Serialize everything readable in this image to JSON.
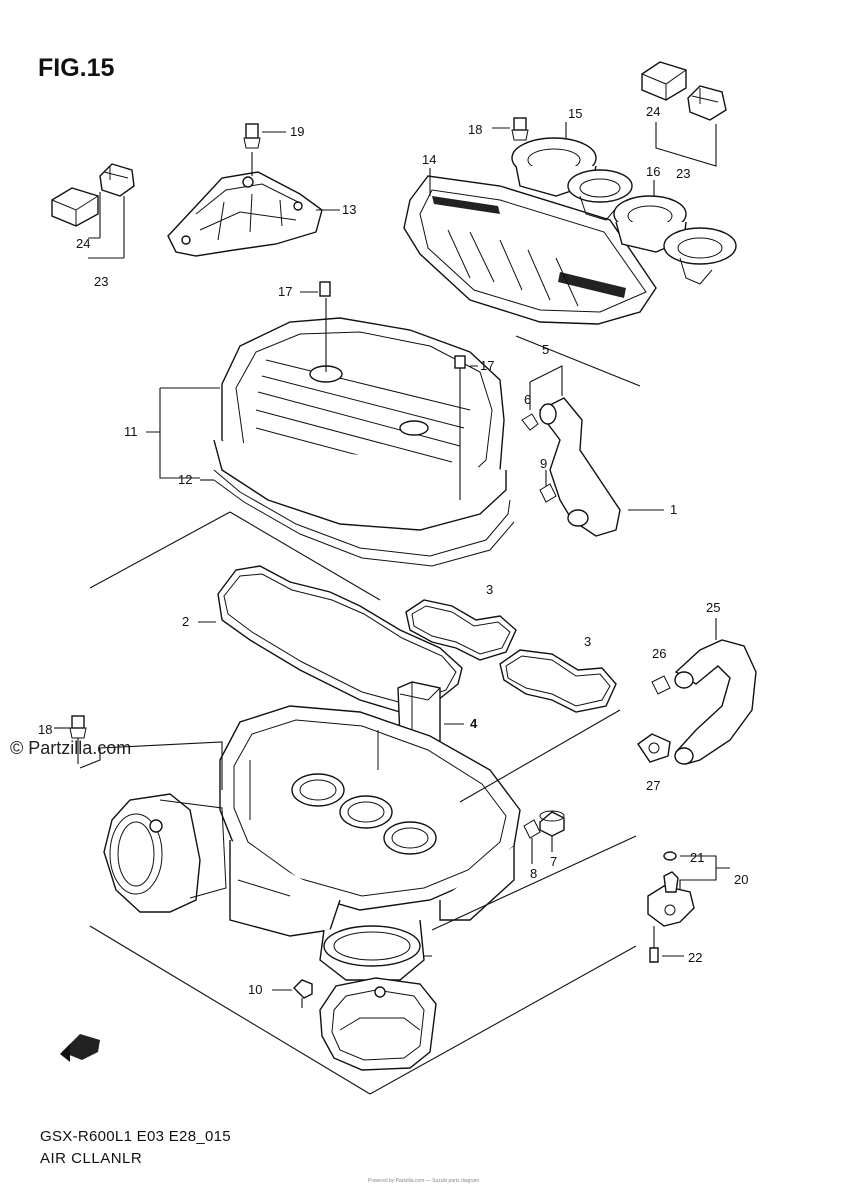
{
  "figure": {
    "title": "FIG.15",
    "model_code": "GSX-R600L1 E03 E28_015",
    "assembly_name": "AIR CLLANLR",
    "watermark": "© Partzilla.com",
    "footer_note": "Powered by Partzilla.com — Suzuki parts diagram",
    "fwd_label": "FWD"
  },
  "callouts": {
    "c1": "1",
    "c2": "2",
    "c3a": "3",
    "c3b": "3",
    "c4": "4",
    "c5": "5",
    "c6": "6",
    "c7": "7",
    "c8": "8",
    "c9": "9",
    "c10": "10",
    "c11": "11",
    "c12": "12",
    "c13": "13",
    "c14": "14",
    "c15": "15",
    "c16": "16",
    "c17a": "17",
    "c17b": "17",
    "c18a": "18",
    "c18b": "18",
    "c19": "19",
    "c20": "20",
    "c21": "21",
    "c22": "22",
    "c23a": "23",
    "c23b": "23",
    "c24a": "24",
    "c24b": "24",
    "c25": "25",
    "c26": "26",
    "c27": "27"
  }
}
